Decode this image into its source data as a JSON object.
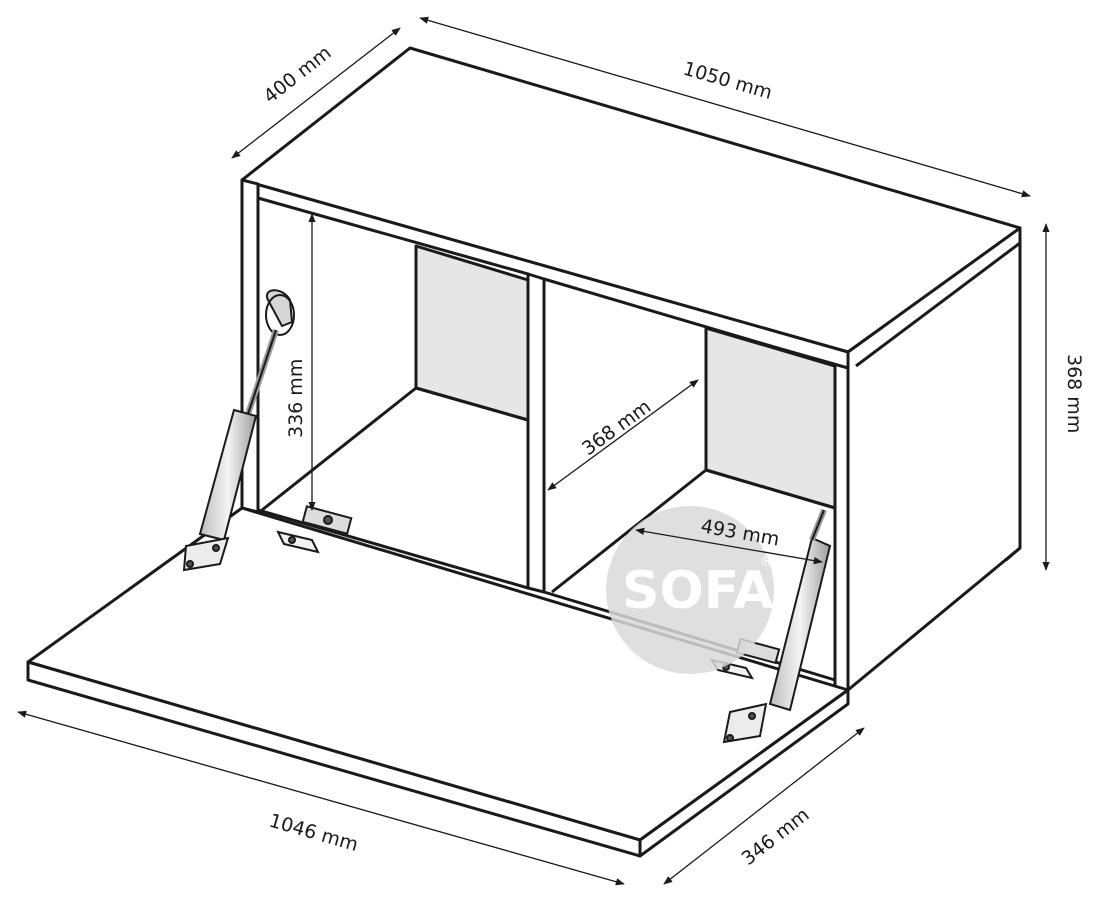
{
  "dimensions": {
    "depth_top": "400 mm",
    "width_top": "1050 mm",
    "height_right": "368 mm",
    "inner_height": "336 mm",
    "inner_depth": "368 mm",
    "inner_width": "493 mm",
    "flap_width": "1046 mm",
    "flap_depth": "346 mm"
  },
  "watermark": {
    "text": "SOFA",
    "registered": "®",
    "color": "#d9d9d9"
  },
  "colors": {
    "line": "#1a1a1a",
    "panel_back": "#e6e6e6",
    "board_edge": "#ffffff",
    "strut": "#eeeeee"
  }
}
